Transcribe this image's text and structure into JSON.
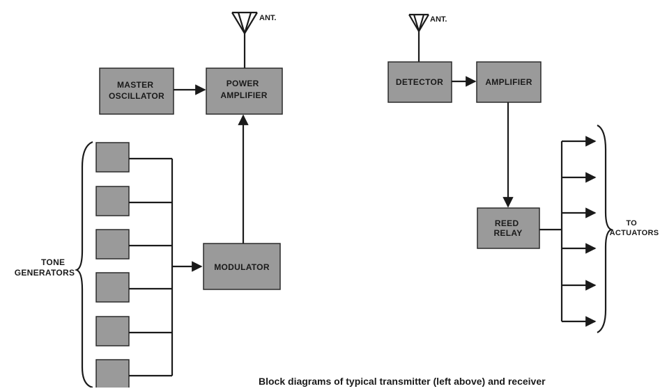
{
  "transmitter": {
    "antenna_label": "ANT.",
    "master_oscillator": [
      "MASTER",
      "OSCILLATOR"
    ],
    "power_amplifier": [
      "POWER",
      "AMPLIFIER"
    ],
    "modulator": "MODULATOR",
    "tone_generators_label": [
      "TONE",
      "GENERATORS"
    ]
  },
  "receiver": {
    "antenna_label": "ANT.",
    "detector": "DETECTOR",
    "amplifier": "AMPLIFIER",
    "reed_relay": [
      "REED",
      "RELAY"
    ],
    "actuators_label": [
      "TO",
      "ACTUATORS"
    ]
  },
  "caption": "Block diagrams of typical transmitter (left above) and receiver"
}
